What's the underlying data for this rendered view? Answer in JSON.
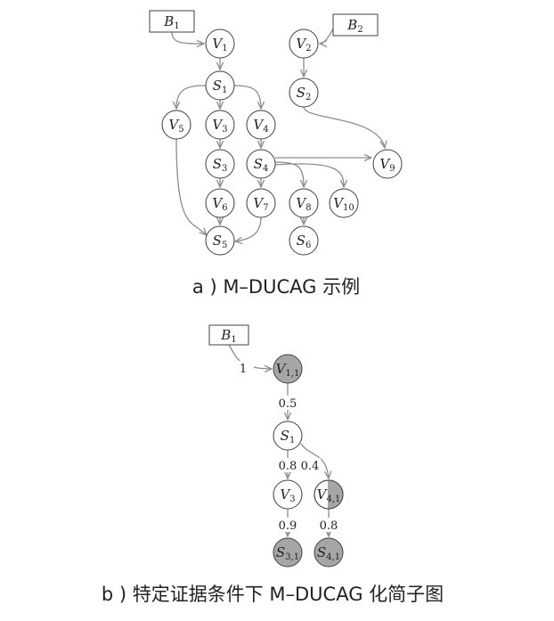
{
  "caption_a": "a ) M–DUCAG 示例",
  "caption_b": "b ) 特定证据条件下 M–DUCAG 化简子图",
  "colors": {
    "edge": "#8c8c8c",
    "node_stroke": "#404040",
    "filled_node": "#a6a6a6"
  },
  "diagram_a": {
    "nodes": [
      {
        "id": "B1",
        "base": "B",
        "sub": "1",
        "shape": "box"
      },
      {
        "id": "B2",
        "base": "B",
        "sub": "2",
        "shape": "box"
      },
      {
        "id": "V1",
        "base": "V",
        "sub": "1",
        "shape": "circle"
      },
      {
        "id": "V2",
        "base": "V",
        "sub": "2",
        "shape": "circle"
      },
      {
        "id": "S1",
        "base": "S",
        "sub": "1",
        "shape": "circle"
      },
      {
        "id": "S2",
        "base": "S",
        "sub": "2",
        "shape": "circle"
      },
      {
        "id": "V5",
        "base": "V",
        "sub": "5",
        "shape": "circle"
      },
      {
        "id": "V3",
        "base": "V",
        "sub": "3",
        "shape": "circle"
      },
      {
        "id": "V4",
        "base": "V",
        "sub": "4",
        "shape": "circle"
      },
      {
        "id": "V9",
        "base": "V",
        "sub": "9",
        "shape": "circle"
      },
      {
        "id": "S3",
        "base": "S",
        "sub": "3",
        "shape": "circle"
      },
      {
        "id": "S4",
        "base": "S",
        "sub": "4",
        "shape": "circle"
      },
      {
        "id": "V6",
        "base": "V",
        "sub": "6",
        "shape": "circle"
      },
      {
        "id": "V7",
        "base": "V",
        "sub": "7",
        "shape": "circle"
      },
      {
        "id": "V8",
        "base": "V",
        "sub": "8",
        "shape": "circle"
      },
      {
        "id": "V10",
        "base": "V",
        "sub": "10",
        "shape": "circle"
      },
      {
        "id": "S5",
        "base": "S",
        "sub": "5",
        "shape": "circle"
      },
      {
        "id": "S6",
        "base": "S",
        "sub": "6",
        "shape": "circle"
      }
    ],
    "edges": [
      {
        "from": "B1",
        "to": "V1"
      },
      {
        "from": "B2",
        "to": "V2"
      },
      {
        "from": "V1",
        "to": "S1"
      },
      {
        "from": "V2",
        "to": "S2"
      },
      {
        "from": "S1",
        "to": "V5"
      },
      {
        "from": "S1",
        "to": "V3"
      },
      {
        "from": "S1",
        "to": "V4"
      },
      {
        "from": "S2",
        "to": "V9"
      },
      {
        "from": "V3",
        "to": "S3"
      },
      {
        "from": "V4",
        "to": "S4"
      },
      {
        "from": "S4",
        "to": "V9"
      },
      {
        "from": "S4",
        "to": "V8"
      },
      {
        "from": "S4",
        "to": "V10"
      },
      {
        "from": "S3",
        "to": "V6"
      },
      {
        "from": "S4",
        "to": "V7"
      },
      {
        "from": "V5",
        "to": "S5"
      },
      {
        "from": "V6",
        "to": "S5"
      },
      {
        "from": "V7",
        "to": "S5"
      },
      {
        "from": "V8",
        "to": "S6"
      }
    ]
  },
  "diagram_b": {
    "nodes": [
      {
        "id": "B1",
        "base": "B",
        "sub": "1",
        "shape": "box",
        "filled": false
      },
      {
        "id": "V11",
        "base": "V",
        "sub": "1,1",
        "shape": "circle",
        "filled": true
      },
      {
        "id": "S1",
        "base": "S",
        "sub": "1",
        "shape": "circle",
        "filled": false
      },
      {
        "id": "V3",
        "base": "V",
        "sub": "3",
        "shape": "circle",
        "filled": false
      },
      {
        "id": "V41",
        "base": "V",
        "sub": "4,1",
        "shape": "circle",
        "filled": "half"
      },
      {
        "id": "S31",
        "base": "S",
        "sub": "3,1",
        "shape": "circle",
        "filled": true
      },
      {
        "id": "S41",
        "base": "S",
        "sub": "4,1",
        "shape": "circle",
        "filled": true
      }
    ],
    "edges": [
      {
        "from": "B1",
        "to": "V11",
        "weight": "1"
      },
      {
        "from": "V11",
        "to": "S1",
        "weight": "0.5"
      },
      {
        "from": "S1",
        "to": "V3",
        "weight": "0.8"
      },
      {
        "from": "S1",
        "to": "V41",
        "weight": "0.4"
      },
      {
        "from": "V3",
        "to": "S31",
        "weight": "0.9"
      },
      {
        "from": "V41",
        "to": "S41",
        "weight": "0.8"
      }
    ]
  }
}
